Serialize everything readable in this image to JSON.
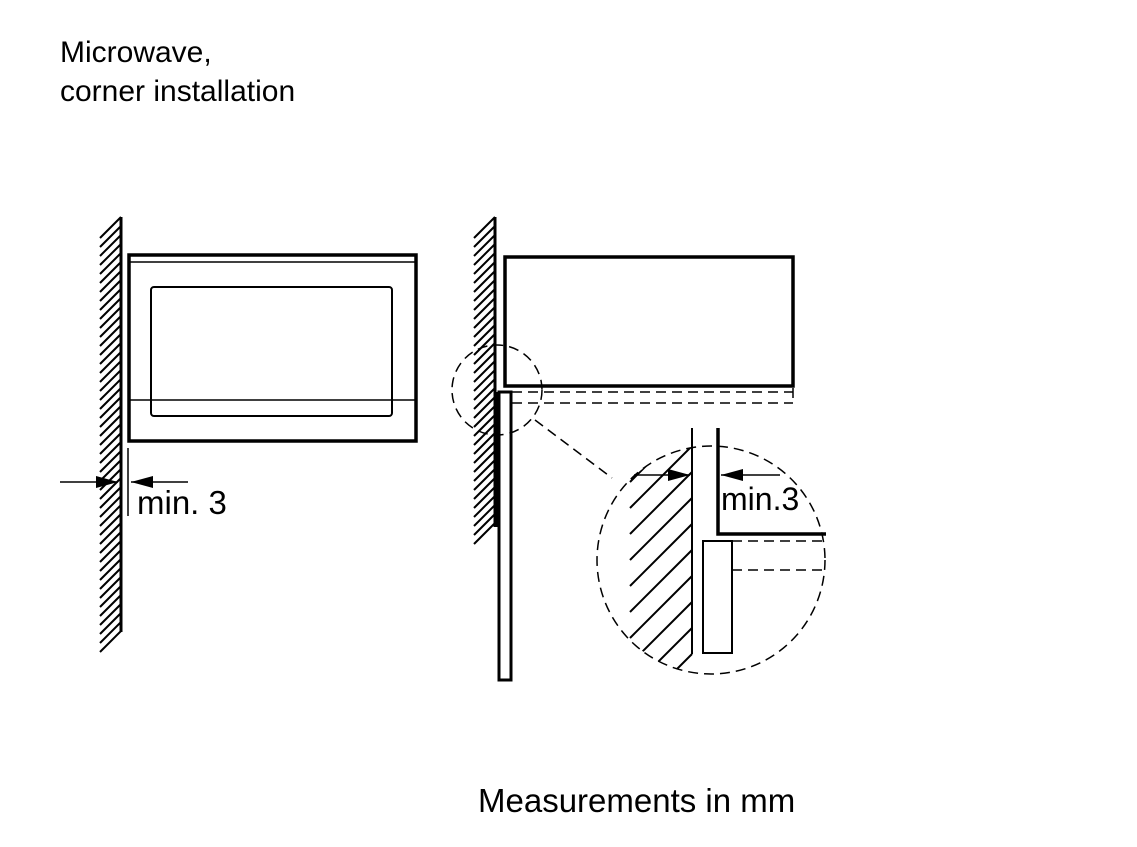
{
  "title": {
    "line1": "Microwave,",
    "line2": "corner installation"
  },
  "front_view": {
    "dimension_label": "min. 3"
  },
  "side_view": {
    "detail_dimension_label": "min.3"
  },
  "footer": {
    "note": "Measurements in mm"
  },
  "colors": {
    "ink": "#000000",
    "background": "#ffffff"
  }
}
